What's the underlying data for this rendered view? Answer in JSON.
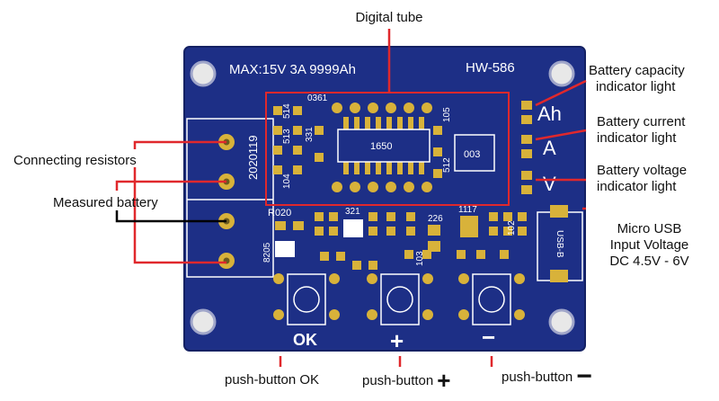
{
  "labels": {
    "digital_tube": "Digital tube",
    "connecting_resistors": "Connecting resistors",
    "measured_battery": "Measured battery",
    "capacity_light_1": "Battery capacity",
    "capacity_light_2": "indicator light",
    "current_light_1": "Battery current",
    "current_light_2": "indicator light",
    "voltage_light_1": "Battery voltage",
    "voltage_light_2": "indicator light",
    "usb_1": "Micro USB",
    "usb_2": "Input Voltage",
    "usb_3": "DC 4.5V - 6V",
    "btn_ok": "push-button OK",
    "btn_plus": "push-button",
    "btn_plus_sym": "+",
    "btn_minus": "push-button",
    "btn_minus_sym": "−"
  },
  "board": {
    "title": "MAX:15V 3A 9999Ah",
    "model": "HW-586",
    "date_code": "2020119",
    "chip_label": "1650",
    "chip2_label": "003",
    "mark_0361": "0361",
    "mark_r020": "R020",
    "mark_321": "321",
    "mark_226": "226",
    "mark_1117": "1117",
    "mark_331": "331",
    "mark_8205": "8205",
    "mark_104": "104",
    "mark_103": "103",
    "mark_102": "102",
    "mark_513": "513",
    "mark_514": "514",
    "mark_105": "105",
    "mark_512": "512",
    "usb_text": "USB-B",
    "ind_ah": "Ah",
    "ind_a": "A",
    "ind_v": "V",
    "btn_ok_text": "OK",
    "btn_plus_text": "+",
    "btn_minus_text": "−"
  },
  "colors": {
    "pcb": "#1d2f86",
    "pcb_edge": "#142163",
    "silk": "#ffffff",
    "pad_gold": "#d8b23a",
    "callout_red": "#e0282c",
    "callout_black": "#000000"
  }
}
